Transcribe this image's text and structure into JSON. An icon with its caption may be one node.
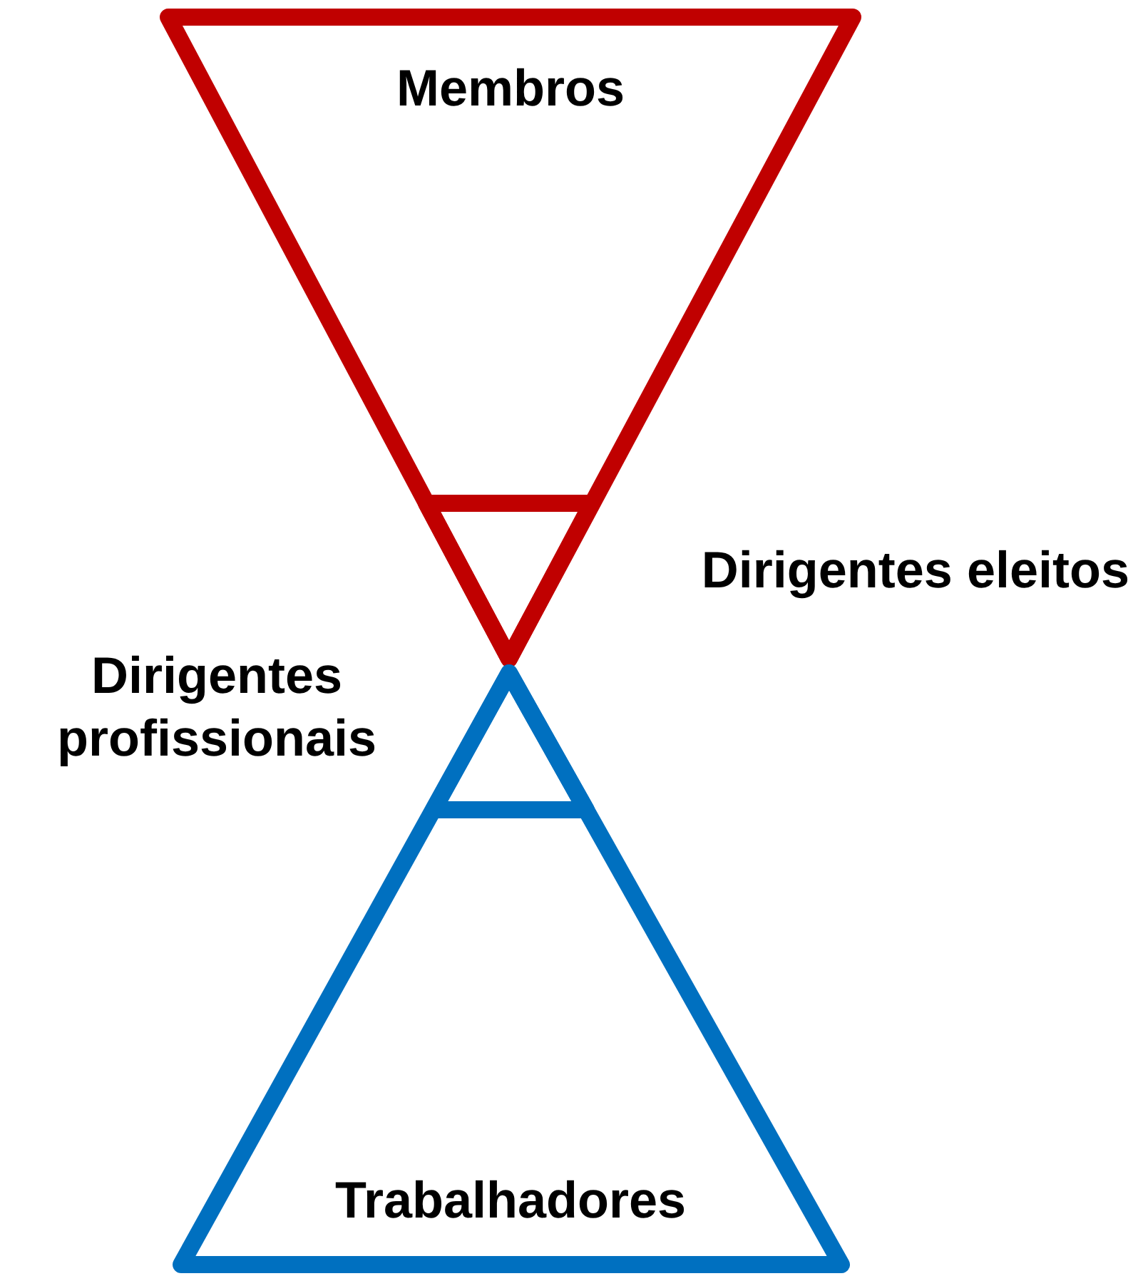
{
  "diagram": {
    "nodes": [
      {
        "text": [
          "Membros"
        ]
      },
      {
        "text": [],
        "shape": "triangle",
        "in": 0,
        "beside": [
          "Dirigentes eleitos"
        ]
      },
      {
        "text": [
          "Trabalhadores"
        ]
      },
      {
        "text": [],
        "shape": "triangle",
        "in": 2,
        "beside": [
          "Dirigentes profissionais"
        ]
      }
    ]
  }
}
